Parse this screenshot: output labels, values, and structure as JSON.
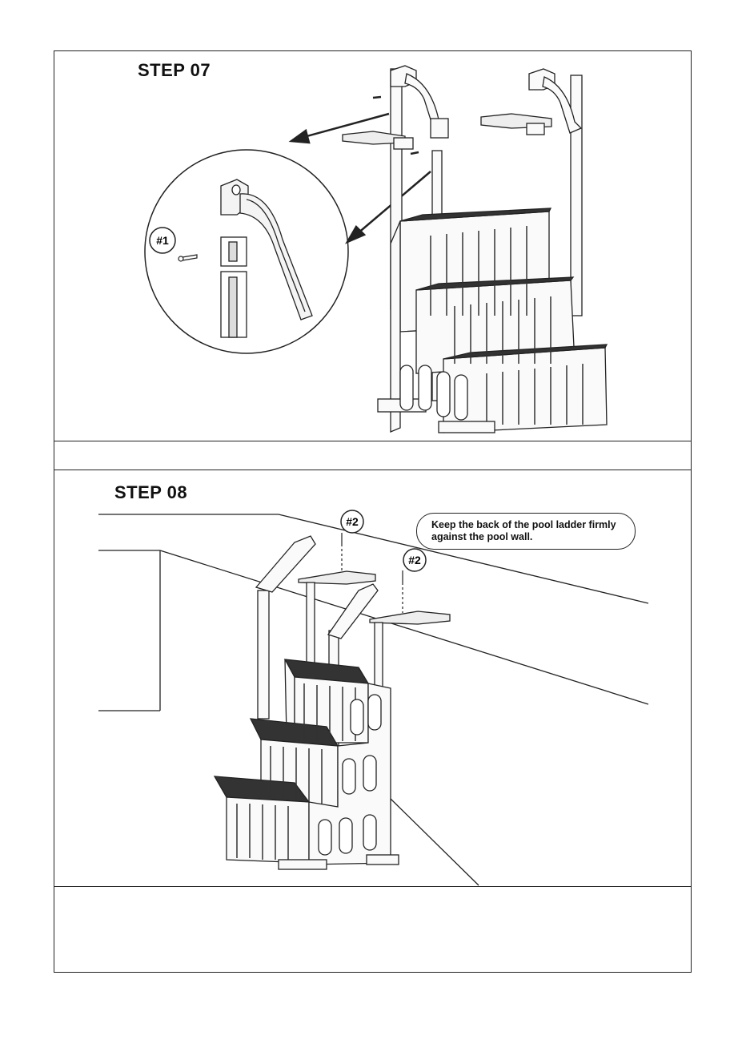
{
  "steps": [
    {
      "title": "STEP 07",
      "part_label": "#1"
    },
    {
      "title": "STEP 08",
      "part_label_a": "#2",
      "part_label_b": "#2",
      "note": "Keep the back of the pool ladder firmly against the pool wall."
    }
  ]
}
